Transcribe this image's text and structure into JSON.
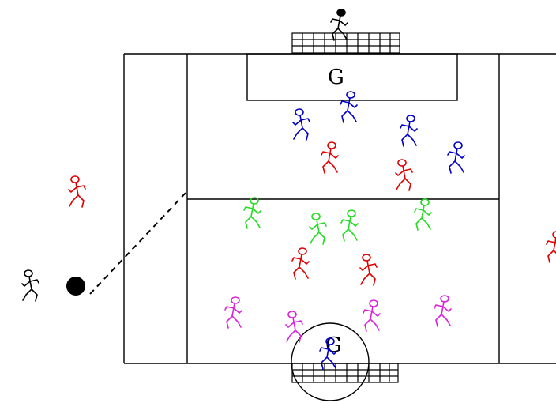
{
  "goal_labels": {
    "top": "G",
    "bottom": "G"
  },
  "colors": {
    "lines": "#000000",
    "red": "#e00000",
    "blue": "#0000c8",
    "green": "#22dd22",
    "magenta": "#dd22dd",
    "black": "#000000"
  },
  "players": [
    {
      "role": "goal-umpire-top",
      "color": "black"
    },
    {
      "role": "attacker-top",
      "color": "blue"
    },
    {
      "role": "attacker-top",
      "color": "blue"
    },
    {
      "role": "attacker-top",
      "color": "blue"
    },
    {
      "role": "attacker-top",
      "color": "blue"
    },
    {
      "role": "defender-top",
      "color": "red"
    },
    {
      "role": "defender-top",
      "color": "red"
    },
    {
      "role": "outside-player-left",
      "color": "red"
    },
    {
      "role": "midfielder",
      "color": "green"
    },
    {
      "role": "midfielder",
      "color": "green"
    },
    {
      "role": "midfielder",
      "color": "green"
    },
    {
      "role": "midfielder",
      "color": "green"
    },
    {
      "role": "midfielder-red",
      "color": "red"
    },
    {
      "role": "midfielder-red",
      "color": "red"
    },
    {
      "role": "outside-player-right",
      "color": "red"
    },
    {
      "role": "attacker-bottom",
      "color": "magenta"
    },
    {
      "role": "attacker-bottom",
      "color": "magenta"
    },
    {
      "role": "attacker-bottom",
      "color": "magenta"
    },
    {
      "role": "attacker-bottom",
      "color": "magenta"
    },
    {
      "role": "goalkeeper-bottom",
      "color": "blue"
    },
    {
      "role": "thrower",
      "color": "black"
    }
  ]
}
